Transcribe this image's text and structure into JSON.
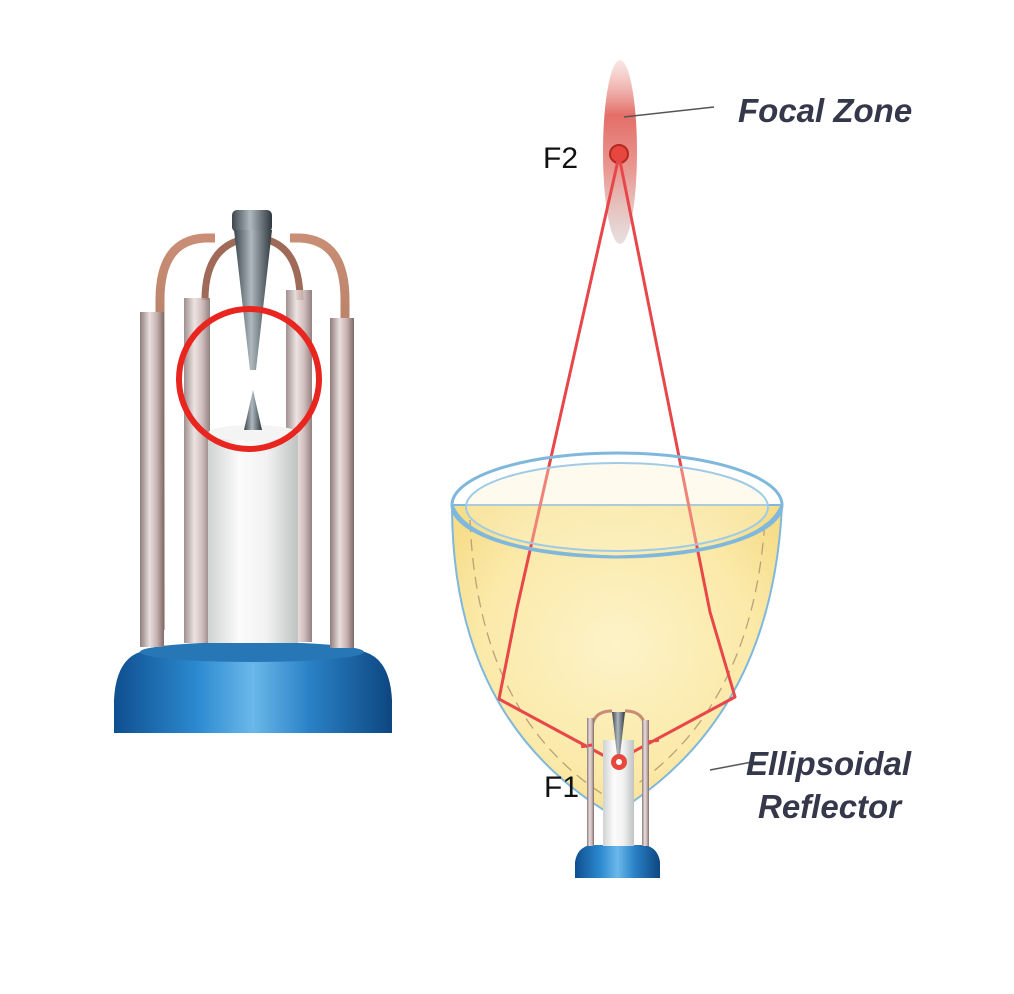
{
  "labels": {
    "focal_zone": "Focal Zone",
    "f2": "F2",
    "f1": "F1",
    "reflector_line1": "Ellipsoidal",
    "reflector_line2": "Reflector"
  },
  "colors": {
    "ray": "#e8474a",
    "annotation_circle": "#e8261f",
    "focal_zone_fill": "#e05550",
    "reflector_fill": "#fbe7a1",
    "reflector_rim": "#7fb8dc",
    "base_blue": "#1f74b8",
    "electrode_metal": "#5d6a73",
    "label_text": "#34384a"
  },
  "icons": {
    "electrode_photo": "spark-gap-electrode-icon",
    "electrode_small": "spark-gap-electrode-small-icon"
  }
}
